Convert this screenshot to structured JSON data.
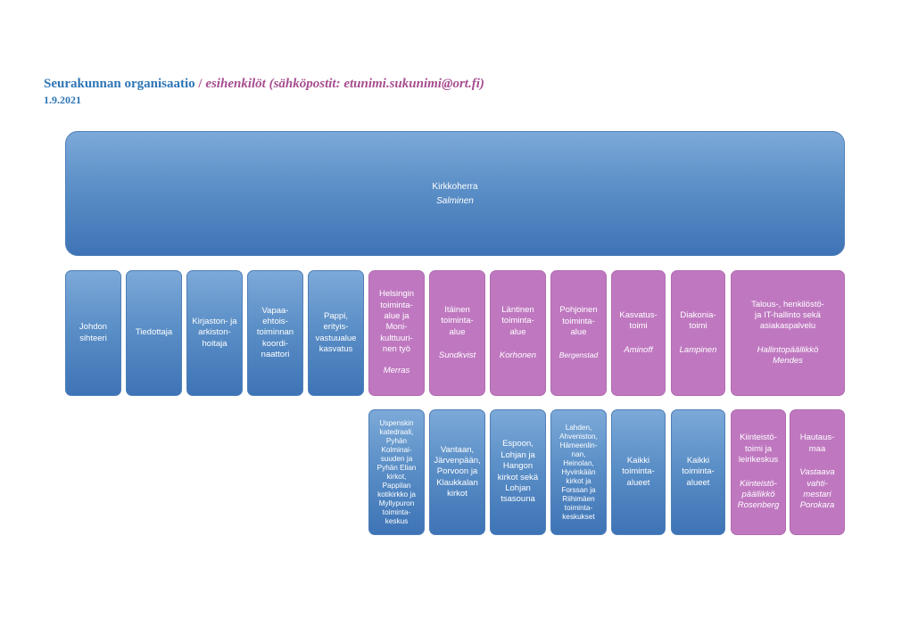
{
  "header": {
    "title": "Seurakunnan organisaatio",
    "separator": " / ",
    "subtitle": "esihenkilöt (sähköpostit: etunimi.sukunimi@ort.fi)",
    "date": "1.9.2021"
  },
  "top": {
    "role": "Kirkkoherra",
    "name": "Salminen"
  },
  "row1": {
    "johdon": "Johdon sihteeri",
    "tiedottaja": "Tiedottaja",
    "kirjasto": "Kirjaston- ja arkiston-hoitaja",
    "vapaa": "Vapaa-ehtois-toiminnan koordi-naattori",
    "pappi": "Pappi, erityis-vastuualue kasvatus",
    "helsinki": {
      "role": "Helsingin toiminta-alue ja Moni-kulttuuri-nen työ",
      "name": "Merras"
    },
    "itainen": {
      "role": "Itäinen toiminta-alue",
      "name": "Sundkvist"
    },
    "lantinen": {
      "role": "Läntinen toiminta-alue",
      "name": "Korhonen"
    },
    "pohjoinen": {
      "role": "Pohjoinen toiminta-alue",
      "name": "Bergenstad"
    },
    "kasvatus": {
      "role": "Kasvatus-toimi",
      "name": "Aminoff"
    },
    "diakonia": {
      "role": "Diakonia-toimi",
      "name": "Lampinen"
    },
    "talous": {
      "role": "Talous-, henkilöstö- ja IT-hallinto sekä asiakaspalvelu",
      "name": "Hallintopäällikkö Mendes"
    }
  },
  "row2": {
    "helsinki": "Uspenskin katedraali, Pyhän Kolminai-suuden ja Pyhän Elian kirkot, Pappilan kotikirkko ja Myllypuron toiminta-keskus",
    "itainen": "Vantaan, Järvenpään, Porvoon ja Klaukkalan kirkot",
    "lantinen": "Espoon, Lohjan ja Hangon kirkot sekä Lohjan tsasouna",
    "pohjoinen": "Lahden, Ahveniston, Hämeenlin-nan, Heinolan, Hyvinkään kirkot ja Forssan ja Riihimäen toiminta-keskukset",
    "kasvatus": "Kaikki toiminta-alueet",
    "diakonia": "Kaikki toiminta-alueet",
    "kiinteisto": {
      "role": "Kiinteistö-toimi ja leirikeskus",
      "name": "Kiinteistö-päällikkö Rosenberg"
    },
    "hautaus": {
      "role": "Hautaus-maa",
      "name": "Vastaava vahti-mestari Porokara"
    }
  },
  "colors": {
    "blue": "#4f86c6",
    "purple": "#bf78c0",
    "title": "#2e75b6",
    "subtitle": "#a64d8f"
  }
}
